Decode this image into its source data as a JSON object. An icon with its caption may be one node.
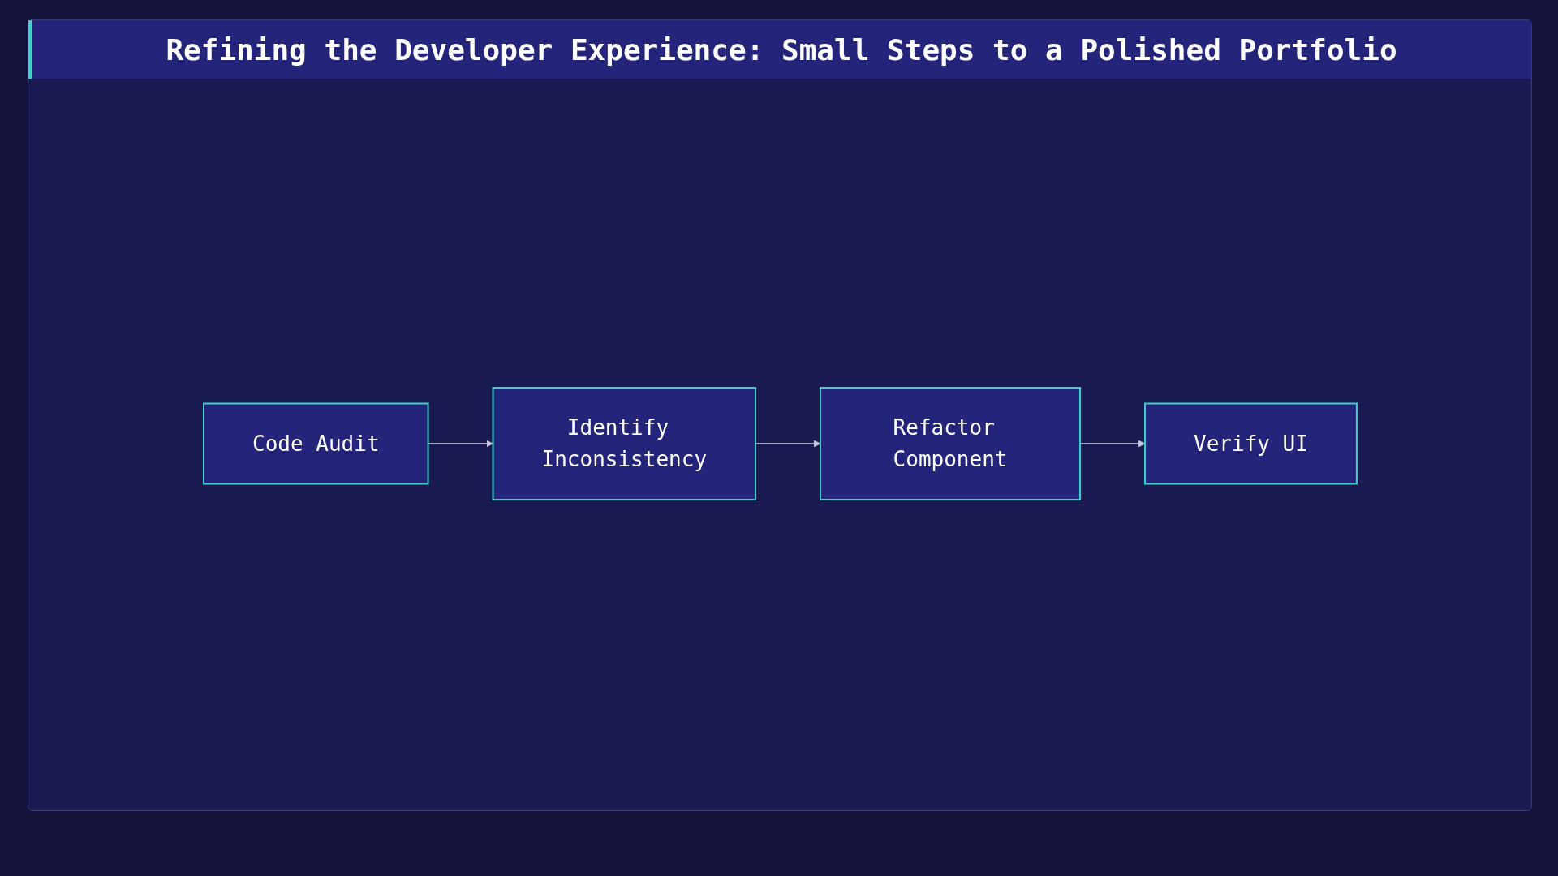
{
  "diagram": {
    "title": "Refining the Developer Experience: Small Steps to a Polished Portfolio",
    "nodes": [
      {
        "text": [
          "Code Audit"
        ]
      },
      {
        "text": [
          "Identify Inconsistency"
        ]
      },
      {
        "text": [
          "Refactor Component"
        ]
      },
      {
        "text": [
          "Verify UI"
        ]
      }
    ],
    "edges": [
      {
        "from": 0,
        "to": 1,
        "arrow": "to"
      },
      {
        "from": 1,
        "to": 2,
        "arrow": "to"
      },
      {
        "from": 2,
        "to": 3,
        "arrow": "to"
      }
    ]
  }
}
